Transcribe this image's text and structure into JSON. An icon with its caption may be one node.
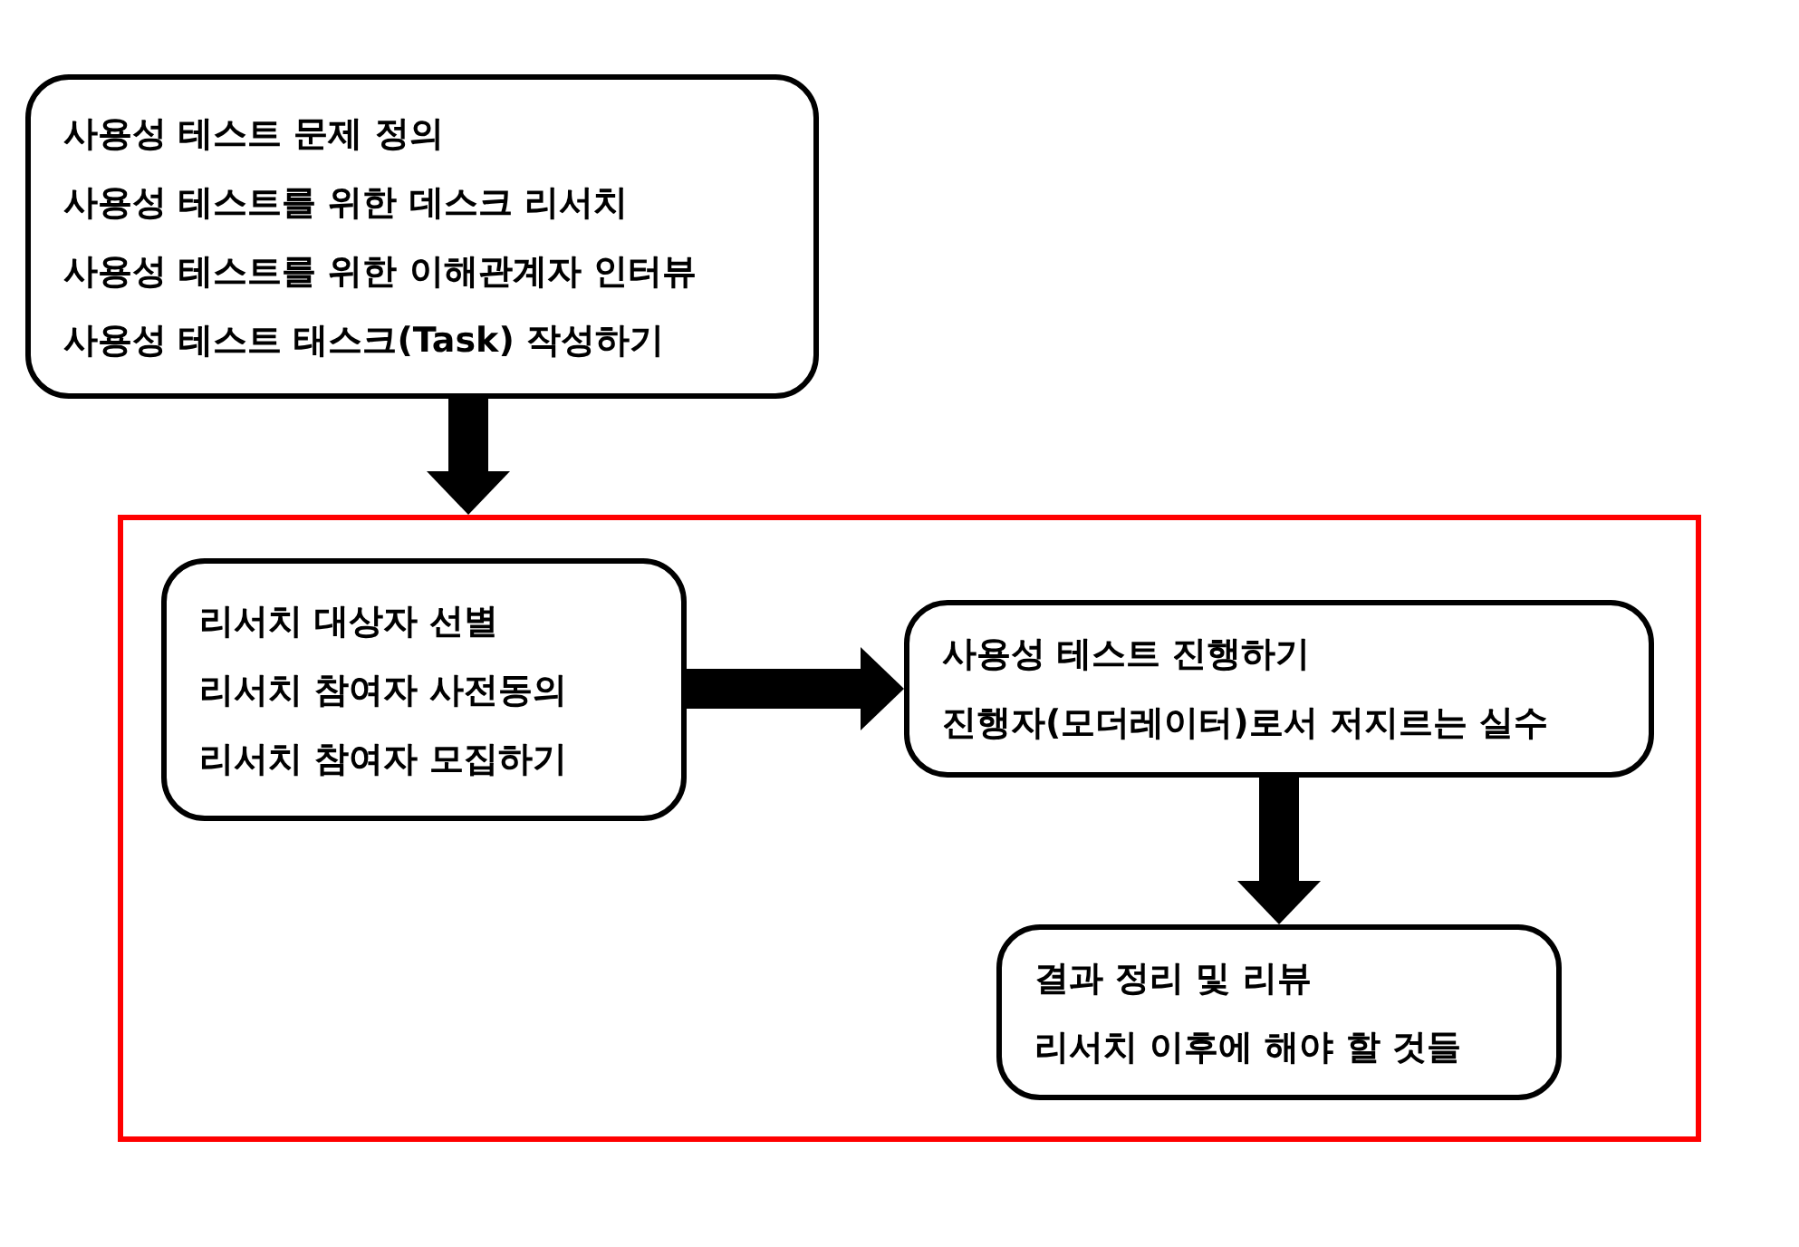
{
  "diagram": {
    "nodes": [
      {
        "text": [
          "사용성 테스트 문제 정의",
          "사용성 테스트를 위한 데스크 리서치",
          "사용성 테스트를 위한 이해관계자 인터뷰",
          "사용성 테스트 태스크(Task) 작성하기"
        ]
      },
      {
        "text": [],
        "shape": "box"
      },
      {
        "text": [
          "리서치 대상자 선별",
          "리서치 참여자 사전동의",
          "리서치 참여자 모집하기"
        ],
        "in": 1
      },
      {
        "text": [
          "사용성 테스트 진행하기",
          "진행자(모더레이터)로서 저지르는 실수"
        ],
        "in": 1
      },
      {
        "text": [
          "결과 정리 및 리뷰",
          "리서치 이후에 해야 할 것들"
        ],
        "in": 1
      }
    ],
    "edges": [
      {
        "from": 0,
        "to": 1,
        "arrow": "to"
      },
      {
        "from": 2,
        "to": 3,
        "arrow": "to"
      },
      {
        "from": 3,
        "to": 4,
        "arrow": "to"
      }
    ]
  }
}
